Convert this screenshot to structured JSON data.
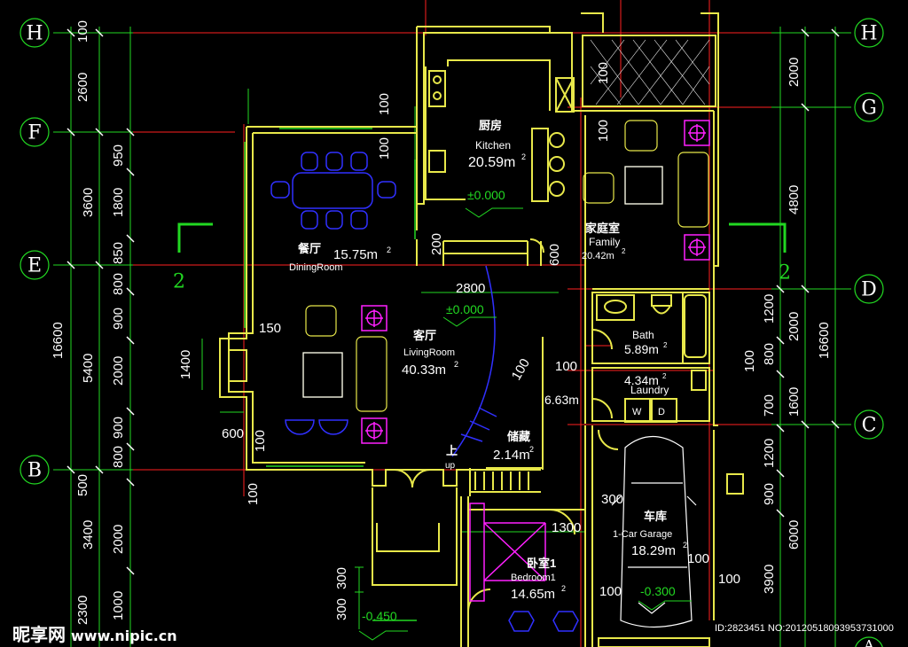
{
  "axes": {
    "left": [
      "H",
      "F",
      "E",
      "B"
    ],
    "right": [
      "H",
      "G",
      "D",
      "C"
    ],
    "bottom_right": "A"
  },
  "dims_left_outer": [
    "100",
    "2600",
    "3600",
    "5400",
    "3400",
    "2300",
    "16600"
  ],
  "dims_left_inner": [
    "950",
    "1800",
    "850",
    "800",
    "900",
    "2000",
    "900",
    "800",
    "500",
    "2000",
    "1000"
  ],
  "dims_right_outer": [
    "2000",
    "4800",
    "16600"
  ],
  "dims_right_inner": [
    "1200",
    "2000",
    "800",
    "1600",
    "700",
    "1200",
    "900",
    "6000",
    "3900"
  ],
  "dims_right_misc": [
    "100",
    "100"
  ],
  "section_marks": [
    "2",
    "2"
  ],
  "rooms": {
    "kitchen": {
      "cn": "厨房",
      "en": "Kitchen",
      "area": "20.59m",
      "sup": "2",
      "level": "±0.000"
    },
    "family": {
      "cn": "家庭室",
      "en": "Family",
      "area": "20.42m",
      "sup": "2"
    },
    "dining": {
      "cn": "餐厅",
      "en": "DiningRoom",
      "area": "15.75m",
      "sup": "2"
    },
    "living": {
      "cn": "客厅",
      "en": "LivingRoom",
      "area": "40.33m",
      "sup": "2",
      "level": "±0.000"
    },
    "bath": {
      "en": "Bath",
      "area": "5.89m",
      "sup": "2"
    },
    "laundry": {
      "en": "Laundry",
      "area": "4.34m",
      "sup": "2",
      "w": "W",
      "d": "D"
    },
    "storage": {
      "cn": "储藏",
      "area": "2.14m",
      "sup": "2",
      "extra": "6.63m"
    },
    "garage": {
      "cn": "车库",
      "en": "1-Car Garage",
      "area": "18.29m",
      "sup": "2",
      "level": "-0.300"
    },
    "bedroom1": {
      "cn": "卧室1",
      "en": "Bedroom1",
      "area": "14.65m",
      "sup": "2"
    },
    "stair": {
      "cn": "上",
      "en": "up"
    },
    "porch": {
      "level": "-0.450"
    }
  },
  "inner_dims": [
    "100",
    "100",
    "100",
    "200",
    "600",
    "2800",
    "150",
    "1400",
    "600",
    "100",
    "100",
    "100",
    "100",
    "300",
    "1300",
    "100",
    "100",
    "100",
    "300",
    "300",
    "300"
  ],
  "watermark": {
    "site": "昵享网",
    "url": "www.nipic.cn"
  },
  "id_line": "ID:2823451 NO:20120518093953731000",
  "colors": {
    "bg": "#000000",
    "wall": "#e8e84a",
    "axis": "#00d000",
    "red": "#ff2020",
    "magenta": "#ff20ff",
    "blue": "#3030ff",
    "white": "#ffffff",
    "green": "#22d822"
  }
}
